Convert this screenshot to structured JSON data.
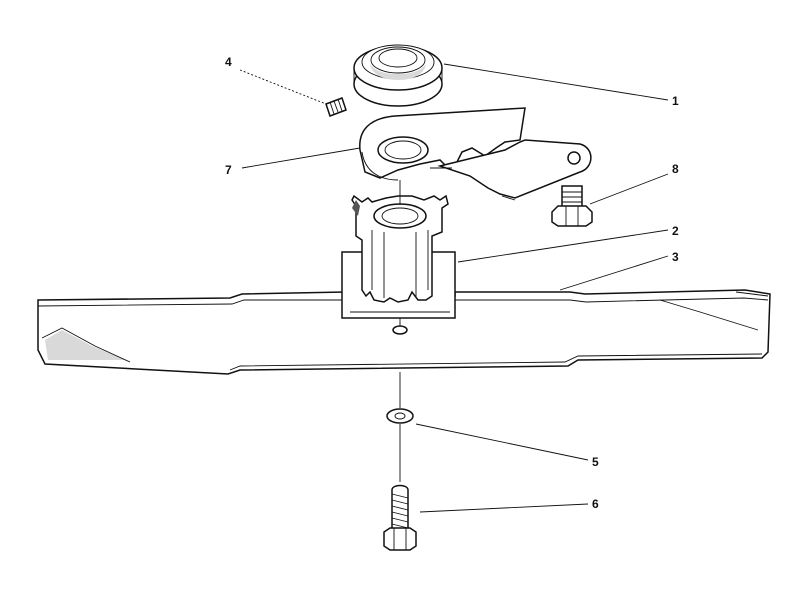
{
  "diagram": {
    "parts": [
      {
        "id": "pulley",
        "number": "1"
      },
      {
        "id": "blade-adapter",
        "number": "2"
      },
      {
        "id": "blade",
        "number": "3"
      },
      {
        "id": "set-screw",
        "number": "4"
      },
      {
        "id": "washer",
        "number": "5"
      },
      {
        "id": "blade-bolt",
        "number": "6"
      },
      {
        "id": "belt-guide",
        "number": "7"
      },
      {
        "id": "hex-bolt",
        "number": "8"
      }
    ]
  }
}
